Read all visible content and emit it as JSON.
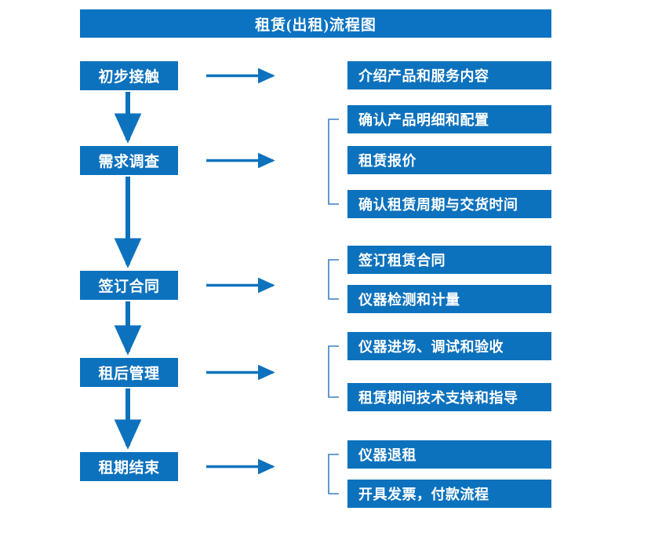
{
  "diagram": {
    "title": "租赁(出租)流程图",
    "accent_color": "#0d72bd",
    "banner_color": "#0b73c2",
    "bracket_color": "#3a7fc1",
    "text_color": "#ffffff",
    "background_color": "#ffffff"
  },
  "stages": [
    {
      "label": "初步接触"
    },
    {
      "label": "需求调查"
    },
    {
      "label": "签订合同"
    },
    {
      "label": "租后管理"
    },
    {
      "label": "租期结束"
    }
  ],
  "details": [
    {
      "label": "介绍产品和服务内容"
    },
    {
      "label": "确认产品明细和配置"
    },
    {
      "label": "租赁报价"
    },
    {
      "label": "确认租赁周期与交货时间"
    },
    {
      "label": "签订租赁合同"
    },
    {
      "label": "仪器检测和计量"
    },
    {
      "label": "仪器进场、调试和验收"
    },
    {
      "label": "租赁期间技术支持和指导"
    },
    {
      "label": "仪器退租"
    },
    {
      "label": "开具发票，付款流程"
    }
  ],
  "connectors": {
    "horizontal_arrows": 5,
    "vertical_arrows": 4,
    "brackets": 4
  }
}
